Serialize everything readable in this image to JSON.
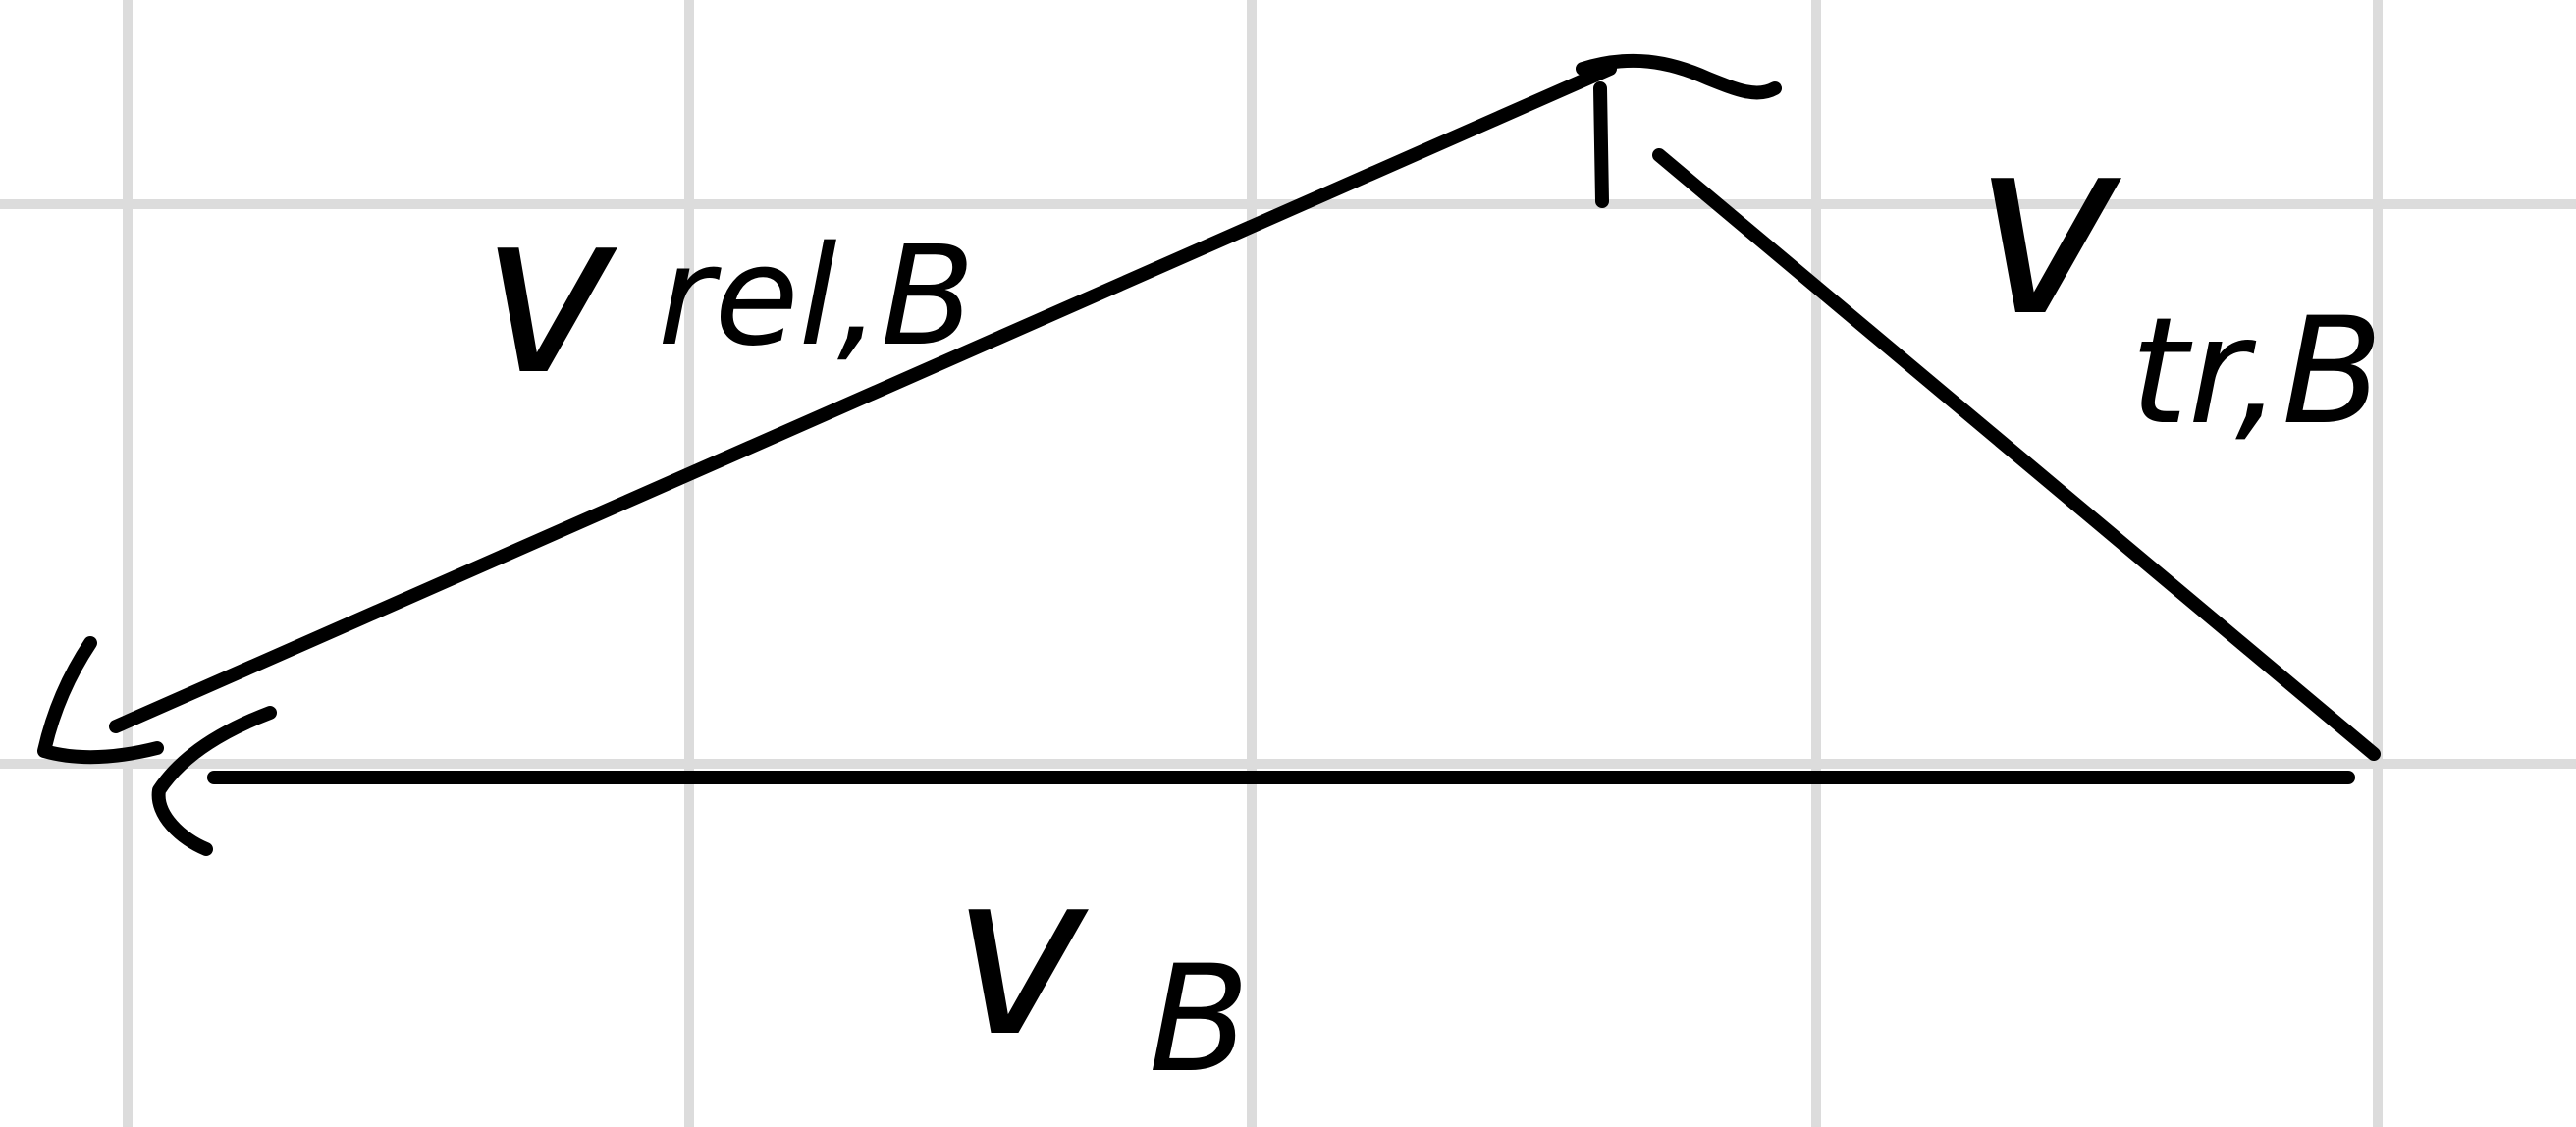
{
  "diagram": {
    "type": "vector-triangle",
    "ink_color": "#000000",
    "grid_color": "#dcdcdc",
    "background_color": "#ffffff",
    "labels": {
      "v_rel": {
        "symbol": "v",
        "subscript": "rel,B"
      },
      "v_tr": {
        "symbol": "v",
        "subscript": "tr,B"
      },
      "v_b": {
        "symbol": "v",
        "subscript": "B"
      }
    }
  }
}
